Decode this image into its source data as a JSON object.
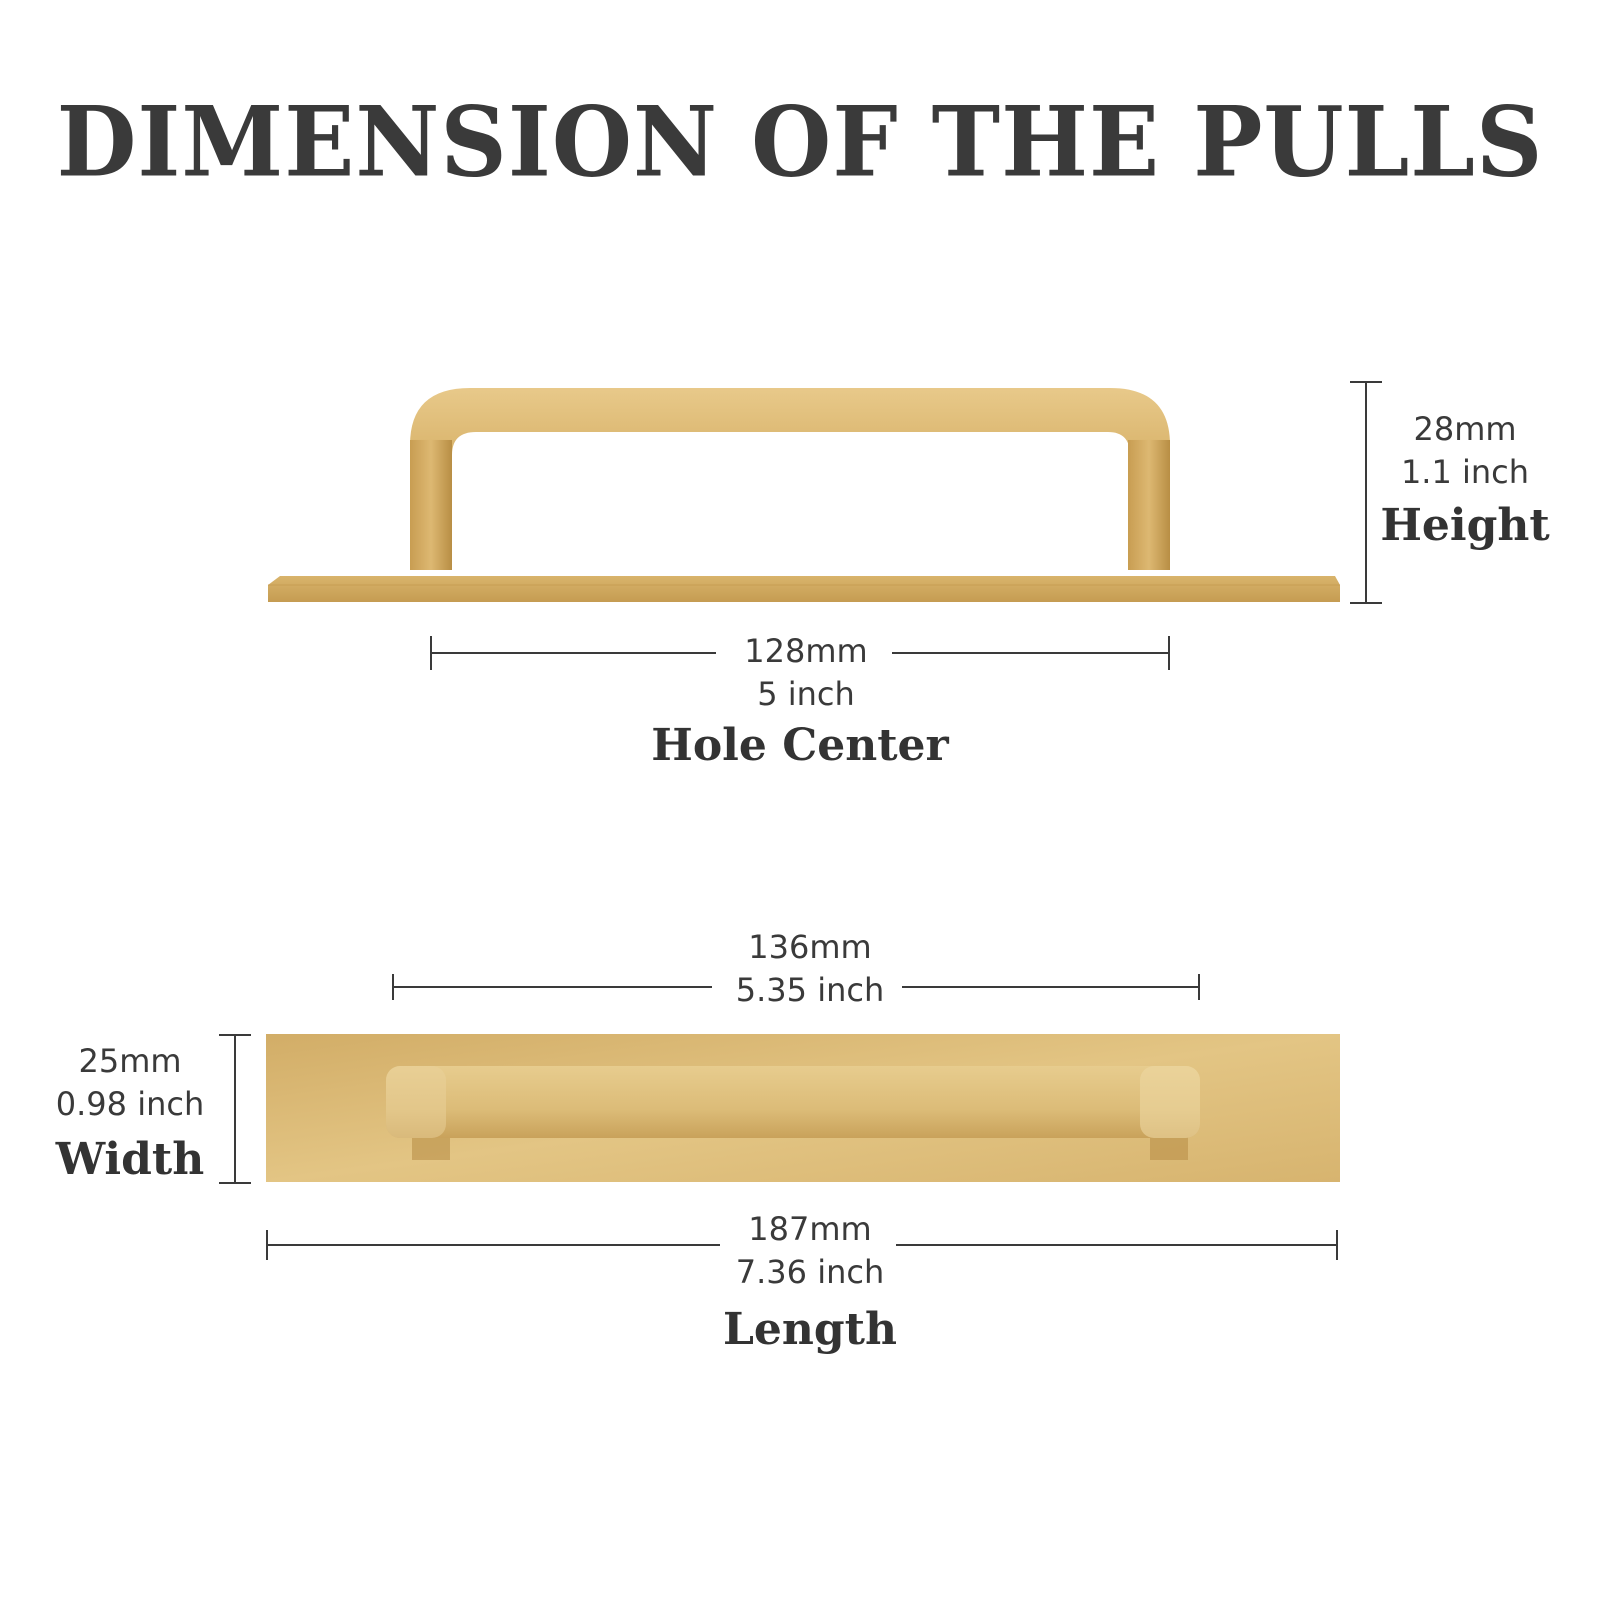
{
  "title": "DIMENSION OF THE PULLS",
  "colors": {
    "text": "#3a3a3a",
    "brass_light": "#e3c27a",
    "brass_mid": "#cfa759",
    "brass_dark": "#a9823b"
  },
  "side_view": {
    "height": {
      "mm": "28mm",
      "inch": "1.1 inch",
      "label": "Height"
    },
    "hole_center": {
      "mm": "128mm",
      "inch": "5 inch",
      "label": "Hole Center"
    }
  },
  "top_view": {
    "grip_length": {
      "mm": "136mm",
      "inch": "5.35 inch"
    },
    "width": {
      "mm": "25mm",
      "inch": "0.98 inch",
      "label": "Width"
    },
    "length": {
      "mm": "187mm",
      "inch": "7.36 inch",
      "label": "Length"
    }
  }
}
